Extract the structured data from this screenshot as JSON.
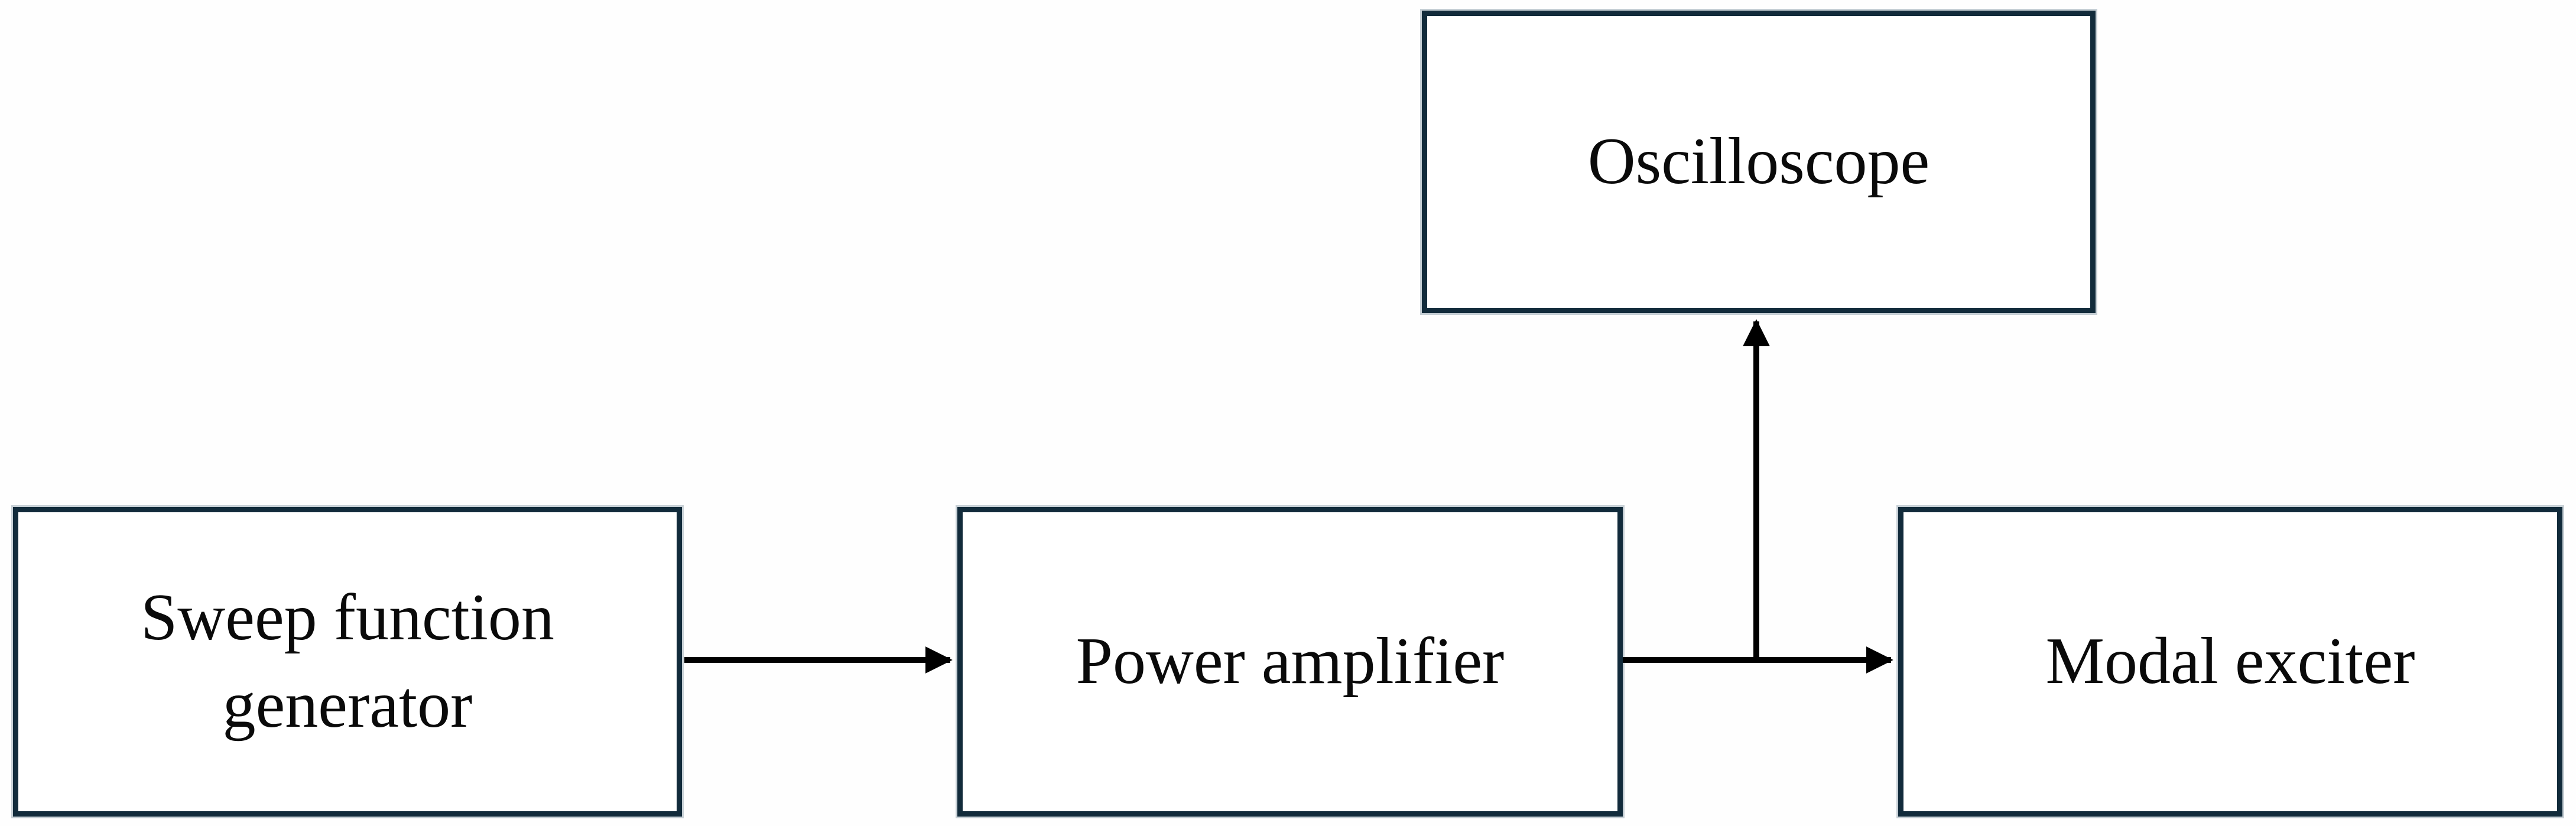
{
  "diagram": {
    "type": "block-diagram",
    "nodes": {
      "oscilloscope": {
        "label": "Oscilloscope"
      },
      "sweep": {
        "label": "Sweep function generator"
      },
      "power": {
        "label": "Power amplifier"
      },
      "modal": {
        "label": "Modal exciter"
      }
    },
    "connections": [
      {
        "from": "sweep",
        "to": "power",
        "direction": "right"
      },
      {
        "from": "power",
        "to": "modal",
        "direction": "right"
      },
      {
        "from": "power-to-modal-line",
        "to": "oscilloscope",
        "direction": "up"
      }
    ],
    "colors": {
      "box_border": "#122b3b",
      "arrow": "#000000",
      "text": "#0a0a0a",
      "background": "#fefefe"
    }
  }
}
